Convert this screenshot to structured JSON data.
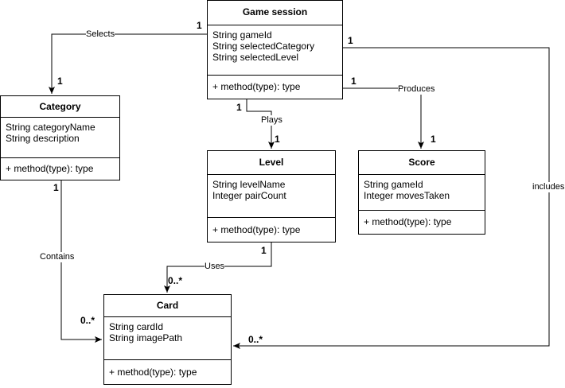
{
  "classes": {
    "game_session": {
      "name": "Game session",
      "attributes": [
        "String gameId",
        "String selectedCategory",
        "String selectedLevel"
      ],
      "method": "+ method(type): type"
    },
    "category": {
      "name": "Category",
      "attributes": [
        "String categoryName",
        "String description"
      ],
      "method": "+ method(type): type"
    },
    "level": {
      "name": "Level",
      "attributes": [
        "String levelName",
        "Integer pairCount"
      ],
      "method": "+ method(type): type"
    },
    "score": {
      "name": "Score",
      "attributes": [
        "String gameId",
        "Integer movesTaken"
      ],
      "method": "+ method(type): type"
    },
    "card": {
      "name": "Card",
      "attributes": [
        "String cardId",
        "String imagePath"
      ],
      "method": "+ method(type): type"
    }
  },
  "relations": {
    "selects": {
      "label": "Selects",
      "source_mult": "1",
      "target_mult": "1"
    },
    "plays": {
      "label": "Plays",
      "source_mult": "1",
      "target_mult": "1"
    },
    "produces": {
      "label": "Produces",
      "source_mult": "1",
      "target_mult": "1"
    },
    "includes": {
      "label": "includes",
      "source_mult": "1",
      "target_mult": "0..*"
    },
    "contains": {
      "label": "Contains",
      "source_mult": "1",
      "target_mult": "0..*"
    },
    "uses": {
      "label": "Uses",
      "source_mult": "1",
      "target_mult": "0..*"
    }
  }
}
